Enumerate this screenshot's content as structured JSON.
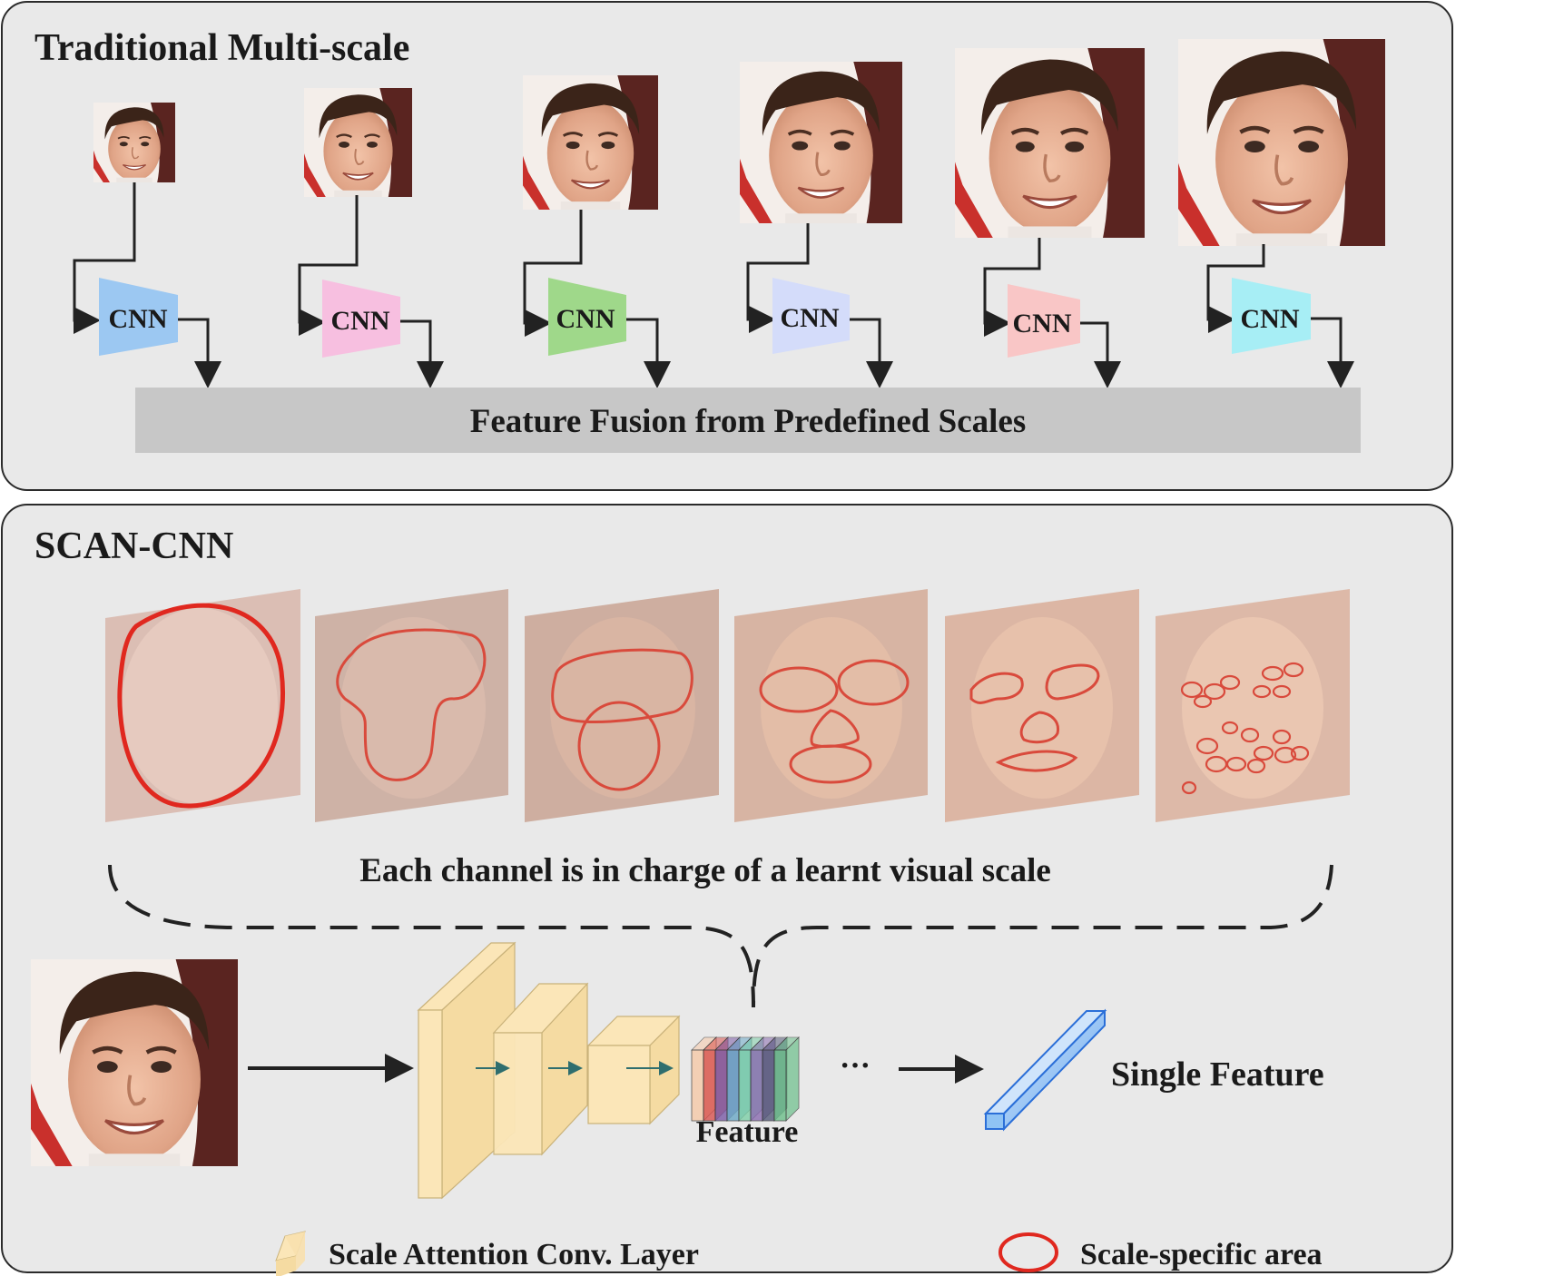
{
  "panels": {
    "top_title": "Traditional Multi-scale",
    "bottom_title": "SCAN-CNN"
  },
  "traditional": {
    "cnn_label": "CNN",
    "cnn_colors": [
      "#9cc8f2",
      "#f7bfe0",
      "#9fd88a",
      "#d4dcfa",
      "#f9c6c6",
      "#a7eef5"
    ],
    "fusion_label": "Feature Fusion from Predefined Scales"
  },
  "scan_cnn": {
    "channel_caption": "Each channel is in charge of a learnt visual scale",
    "feature_label": "Feature",
    "ellipsis": "···",
    "single_feature_label": "Single Feature",
    "feature_slice_colors": [
      "#f6c9a8",
      "#d9534f",
      "#7b5aa6",
      "#6aa8c7",
      "#7dcfa8",
      "#8a6bb0",
      "#555a7a",
      "#6bbf8a"
    ]
  },
  "legend": {
    "layer_label": "Scale Attention Conv. Layer",
    "area_label": "Scale-specific area"
  },
  "colors": {
    "panel_bg": "#e9e9e9",
    "fusion_bar": "#c7c7c7",
    "conv_layer": "#fbe6b8",
    "scale_area": "#e0281f",
    "single_feature": "#8fc3f4"
  },
  "icons": [
    "face-thumbnail",
    "arrow-right",
    "scale-area-ellipse",
    "conv-layer-icon"
  ]
}
